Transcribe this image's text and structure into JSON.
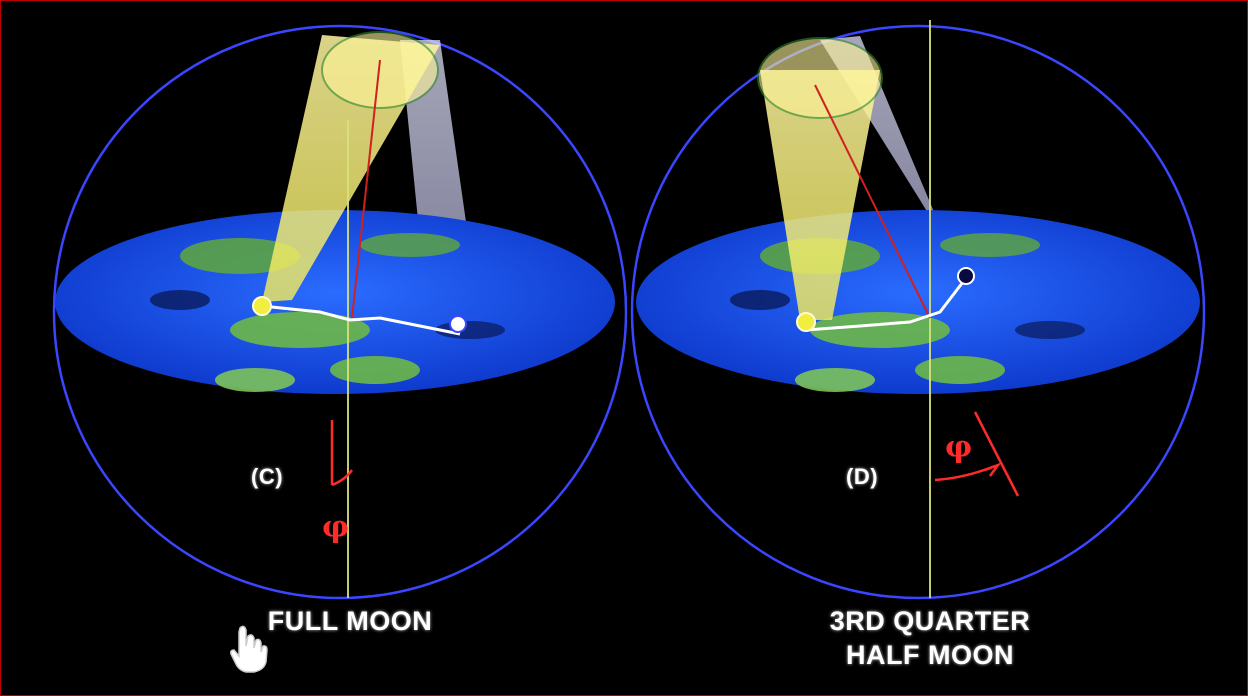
{
  "panels": [
    {
      "letter": "(C)",
      "caption_line1": "FULL MOON",
      "caption_line2": "",
      "angle_symbol": "φ"
    },
    {
      "letter": "(D)",
      "caption_line1": "3RD QUARTER",
      "caption_line2": "HALF MOON",
      "angle_symbol": "φ"
    }
  ],
  "colors": {
    "background": "#000000",
    "dome_outline": "#3a46ff",
    "ocean": "#1147e0",
    "land": "#5fa83a",
    "sun_beam": "#fff07a",
    "moon_beam": "#d8d8ff",
    "axis_line": "#d9e27a",
    "angle_marker": "#ff2a2a",
    "frame": "#c00000"
  },
  "icons": {
    "cursor": "hand-pointer-icon",
    "sun": "sun-dot-icon",
    "moon": "moon-dot-icon"
  }
}
